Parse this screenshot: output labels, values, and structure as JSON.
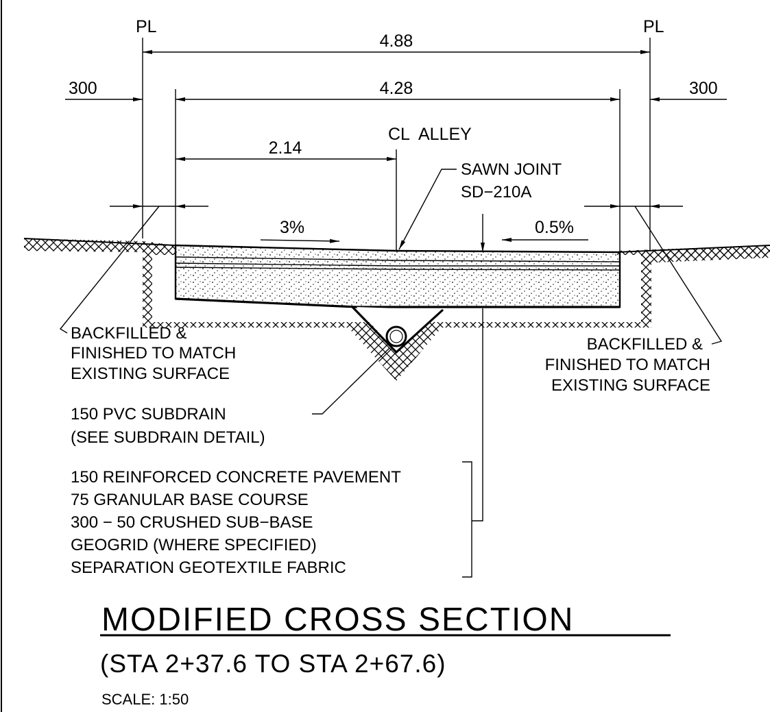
{
  "diagram": {
    "property_line_label": "PL",
    "centerline_label": "CL",
    "centerline_text": "ALLEY",
    "dimensions": {
      "overall": "4.88",
      "pavement": "4.28",
      "half_width": "2.14",
      "left_offset": "300",
      "right_offset": "300"
    },
    "slopes": {
      "left": "3%",
      "right": "0.5%"
    },
    "callouts": {
      "sawn_joint": [
        "SAWN JOINT",
        "SD−210A"
      ],
      "backfill_left": [
        "BACKFILLED &",
        "FINISHED TO MATCH",
        "EXISTING SURFACE"
      ],
      "backfill_right": [
        "BACKFILLED &",
        "FINISHED TO MATCH",
        "EXISTING SURFACE"
      ],
      "subdrain": [
        "150 PVC SUBDRAIN",
        "(SEE SUBDRAIN DETAIL)"
      ],
      "layers": [
        "150 REINFORCED CONCRETE PAVEMENT",
        "75 GRANULAR BASE COURSE",
        "300 − 50 CRUSHED SUB−BASE",
        "GEOGRID (WHERE SPECIFIED)",
        "SEPARATION GEOTEXTILE FABRIC"
      ]
    },
    "title": "MODIFIED CROSS SECTION",
    "subtitle": "(STA 2+37.6 TO STA 2+67.6)",
    "scale": "SCALE: 1:50"
  }
}
